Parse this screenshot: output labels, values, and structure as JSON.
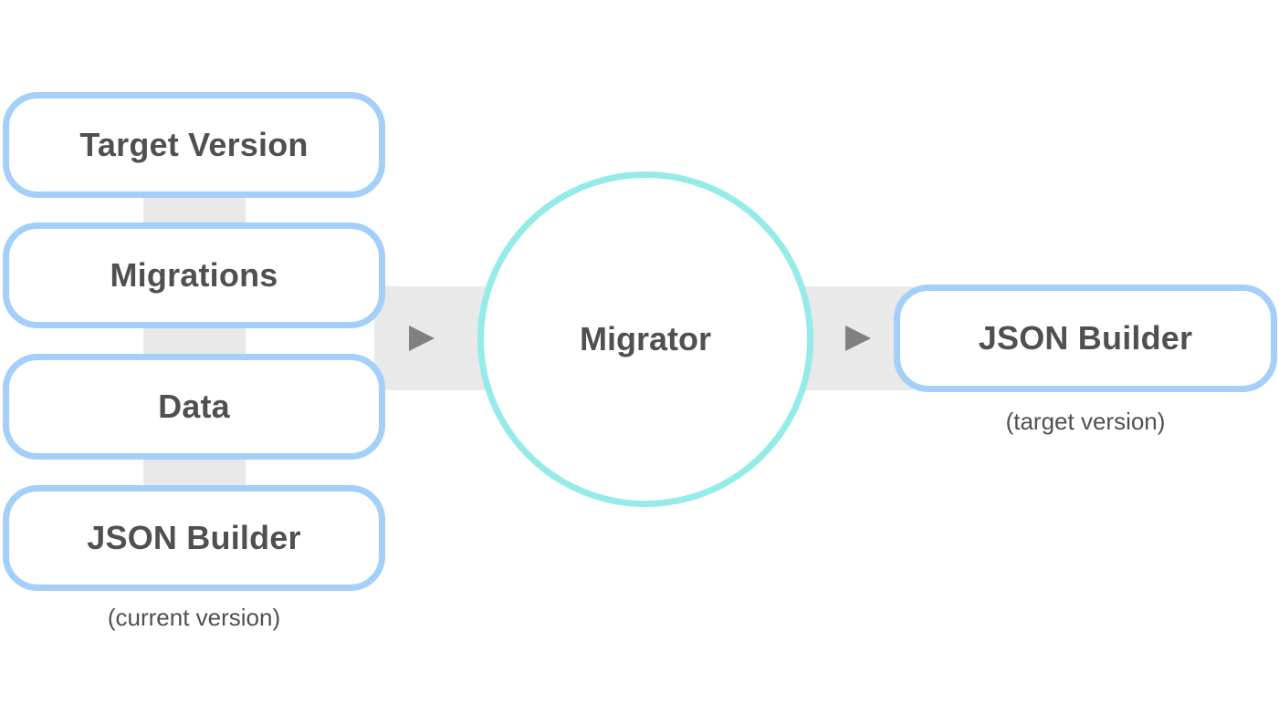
{
  "inputs": {
    "target_version": "Target Version",
    "migrations": "Migrations",
    "data": "Data",
    "json_builder": "JSON Builder",
    "json_builder_caption": "(current version)"
  },
  "migrator": {
    "label": "Migrator"
  },
  "output": {
    "json_builder": "JSON Builder",
    "json_builder_caption": "(target version)"
  },
  "colors": {
    "box_border": "#a3cff8",
    "circle_border": "#94ebe8",
    "connector": "#e8e9e8",
    "arrow": "#808080",
    "text": "#505050"
  }
}
